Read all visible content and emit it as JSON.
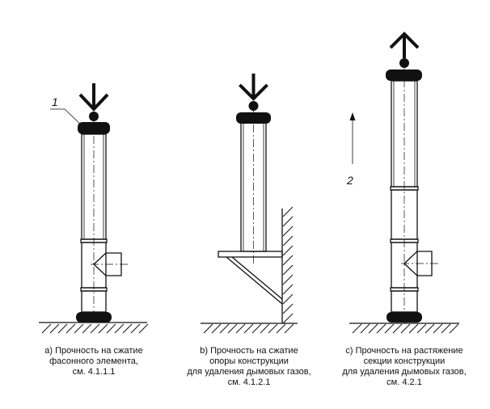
{
  "figures": {
    "a": {
      "caption": [
        "a) Прочность на сжатие",
        "фасонного элемента,",
        "см. 4.1.1.1"
      ]
    },
    "b": {
      "caption": [
        "b) Прочность на сжатие",
        "опоры конструкции",
        "для удаления дымовых газов,",
        "см. 4.1.2.1"
      ]
    },
    "c": {
      "caption": [
        "c) Прочность на растяжение",
        "секции конструкции",
        "для удаления дымовых газов,",
        "см. 4.2.1"
      ]
    }
  },
  "labels": {
    "part_1": "1",
    "direction_2": "2"
  },
  "icons": {
    "down_arrow": "down-arrow-icon",
    "up_arrow": "up-arrow-icon"
  }
}
